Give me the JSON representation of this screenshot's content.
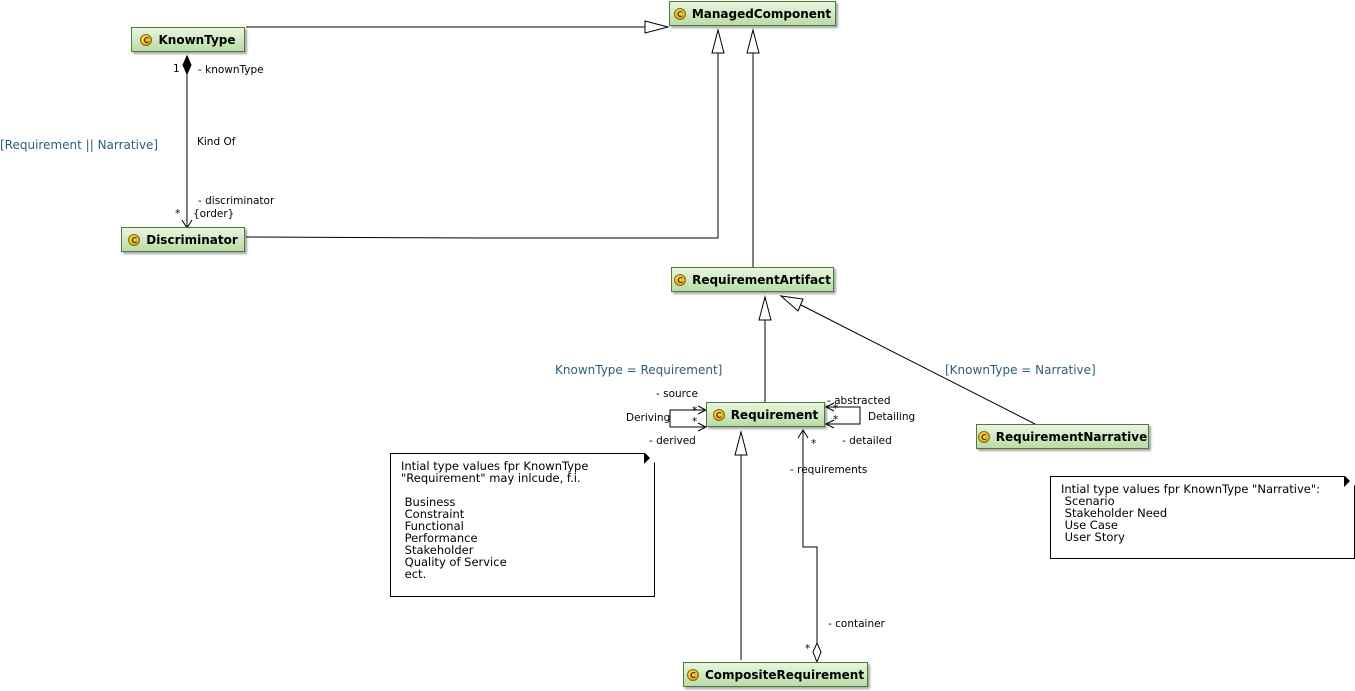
{
  "classes": {
    "managed_component": "ManagedComponent",
    "known_type": "KnownType",
    "discriminator": "Discriminator",
    "requirement_artifact": "RequirementArtifact",
    "requirement": "Requirement",
    "requirement_narrative": "RequirementNarrative",
    "composite_requirement": "CompositeRequirement",
    "class_icon_letter": "C"
  },
  "labels": {
    "known_type_mult": "1",
    "known_type_role": "- knownType",
    "kind_of": "Kind Of",
    "discriminator_role": "- discriminator",
    "discriminator_order": "{order}",
    "discriminator_mult": "*",
    "source": "- source",
    "deriving": "Deriving",
    "derived": "- derived",
    "star_a": "*",
    "star_b": "*",
    "abstracted": "- abstracted",
    "detailing": "Detailing",
    "detailed": "- detailed",
    "star_c": "*",
    "star_d": "*",
    "req_mult": "*",
    "requirements": "- requirements",
    "container": "- container",
    "container_mult": "*"
  },
  "conditions": {
    "requirement_or_narrative": "[Requirement || Narrative]",
    "known_type_requirement": "KnownType = Requirement]",
    "known_type_narrative": "[KnownType = Narrative]"
  },
  "notes": {
    "requirement_note": [
      "Intial type values fpr KnownType",
      "\"Requirement\" may inlcude, f.i.",
      "",
      " Business",
      " Constraint",
      " Functional",
      " Performance",
      " Stakeholder",
      " Quality of Service",
      " ect."
    ],
    "narrative_note": [
      "Intial type values fpr KnownType \"Narrative\":",
      " Scenario",
      " Stakeholder Need",
      " Use Case",
      " User Story"
    ]
  }
}
